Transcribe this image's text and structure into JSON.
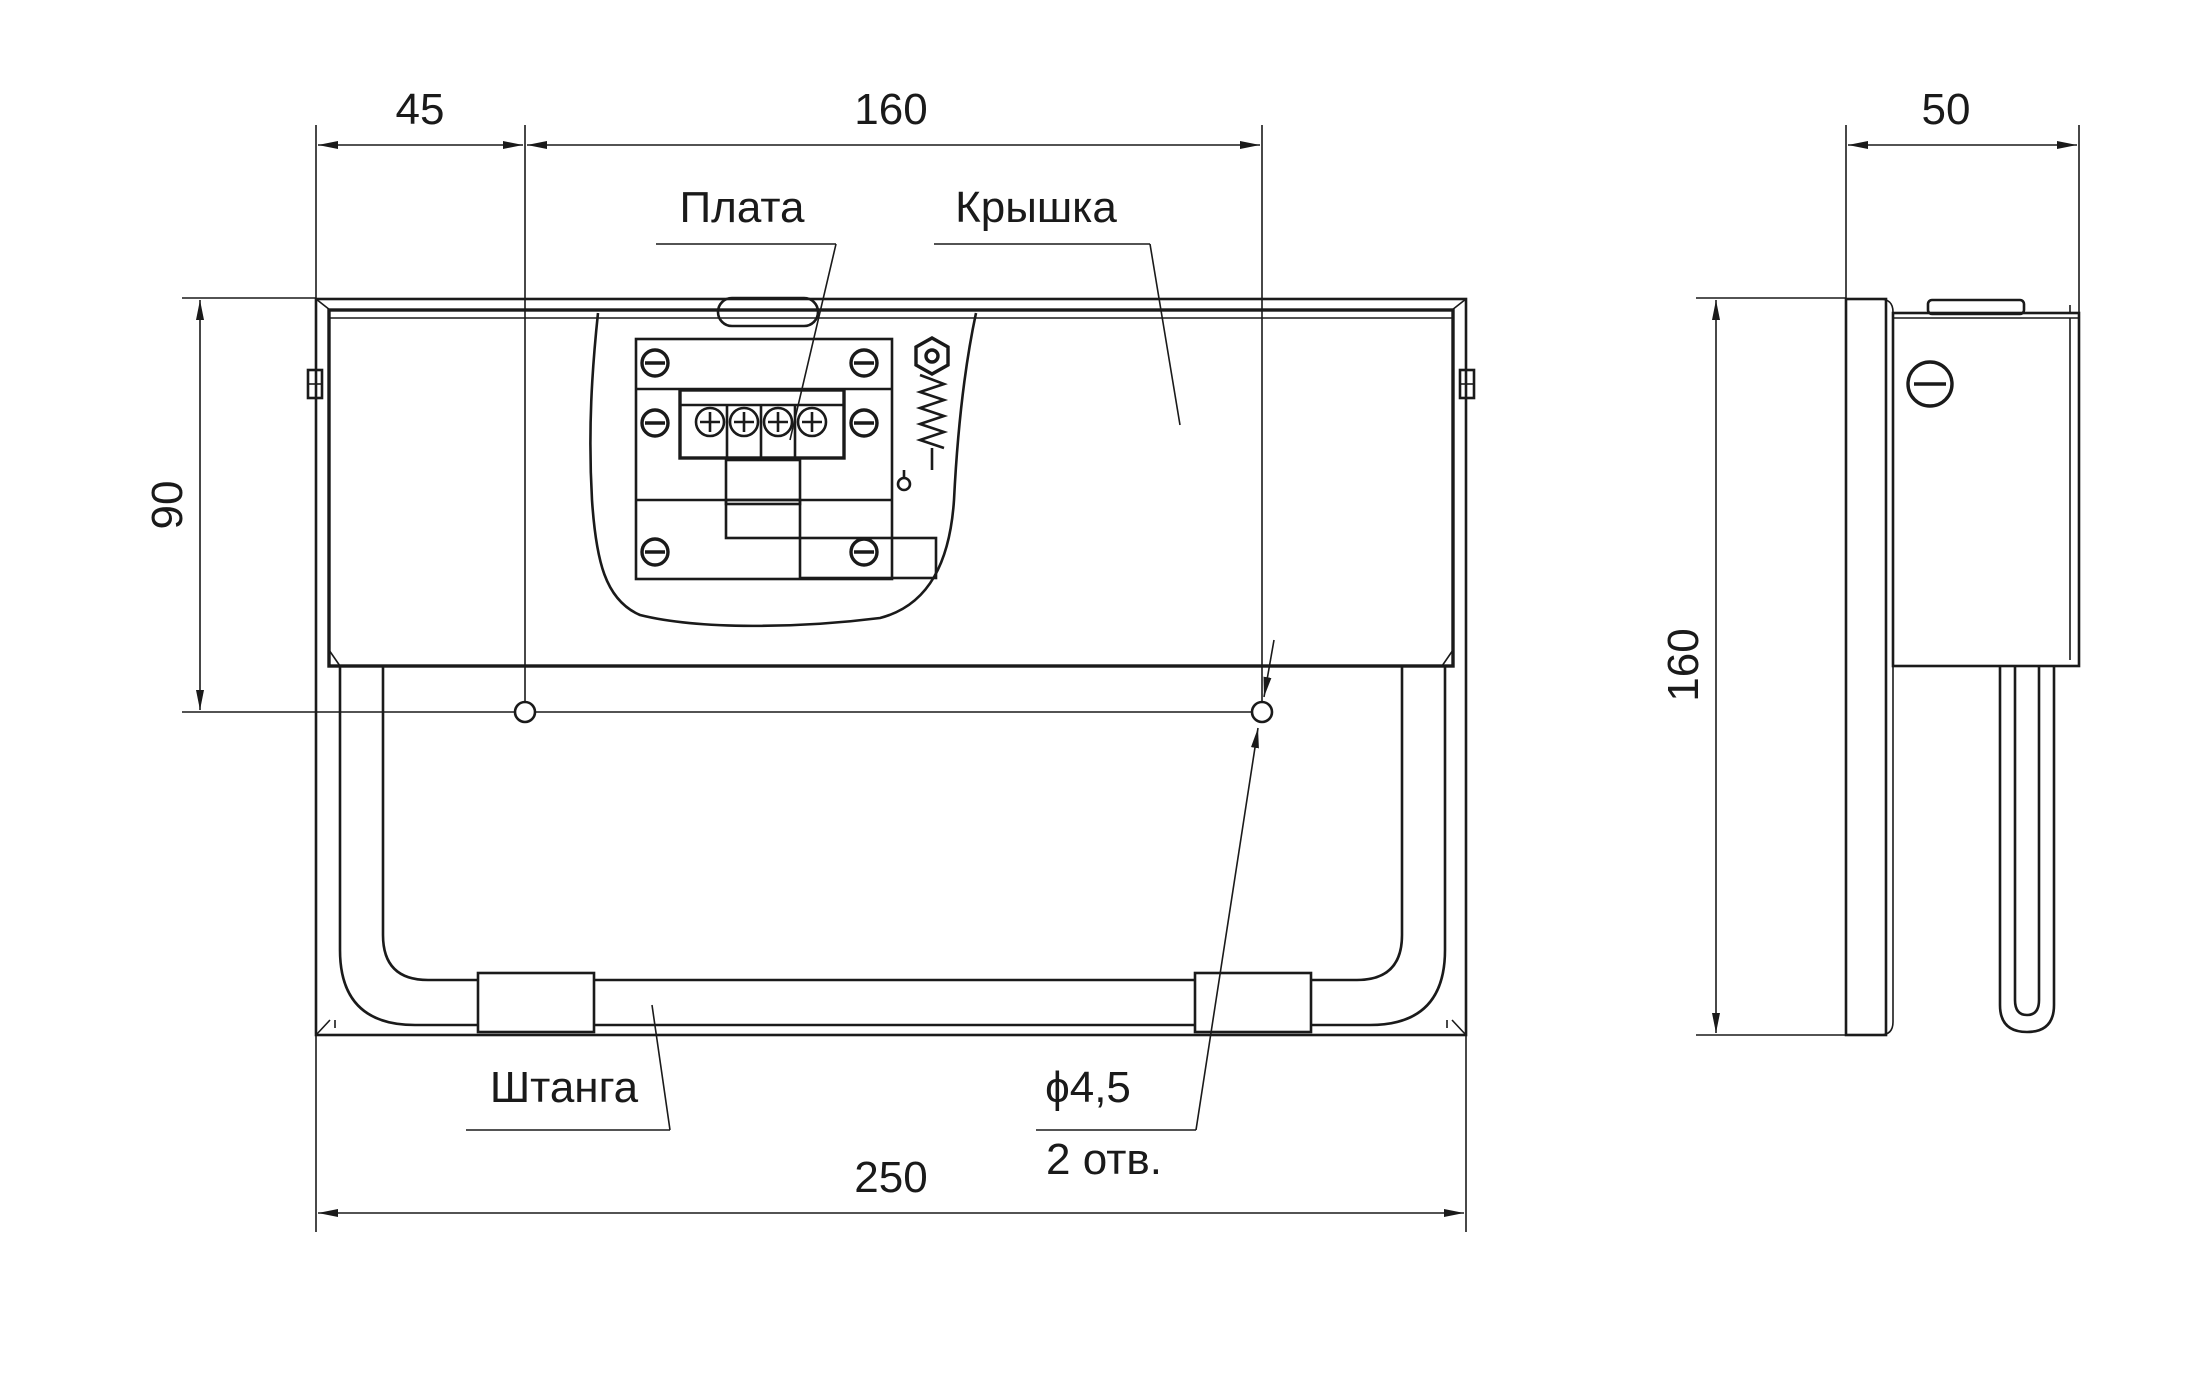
{
  "dimensions": {
    "offset_left": "45",
    "hole_spacing": "160",
    "depth": "50",
    "height_mount": "90",
    "height_total": "160",
    "width_total": "250"
  },
  "labels": {
    "board": "Плата",
    "cover": "Крышка",
    "rod": "Штанга",
    "hole_diameter": "ϕ4,5",
    "hole_count": "2 отв."
  },
  "colors": {
    "line": "#1a1a1a",
    "background": "#ffffff"
  }
}
